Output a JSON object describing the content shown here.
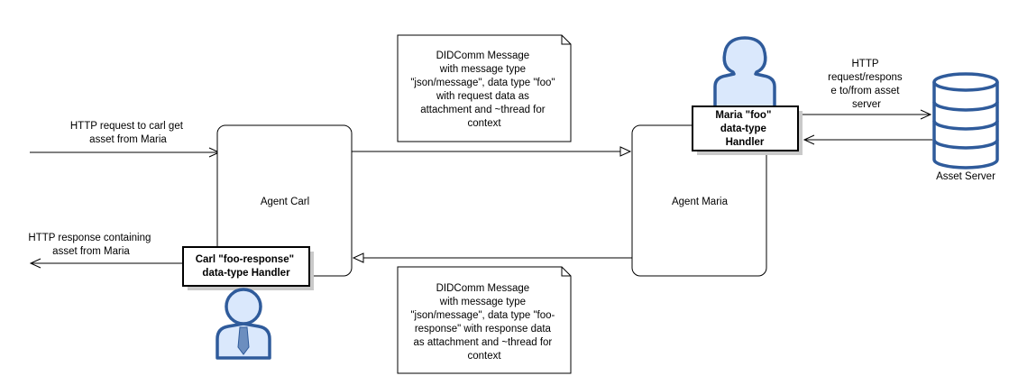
{
  "agents": {
    "carl": {
      "label": "Agent Carl"
    },
    "maria": {
      "label": "Agent Maria"
    }
  },
  "handlers": {
    "carl": {
      "lines": [
        "Carl \"foo-response\"",
        "data-type Handler"
      ]
    },
    "maria": {
      "lines": [
        "Maria \"foo\"",
        "data-type",
        "Handler"
      ]
    }
  },
  "notes": {
    "request": {
      "lines": [
        "DIDComm Message",
        "with message type",
        "\"json/message\", data type \"foo\"",
        "with request data as",
        "attachment and ~thread for",
        "context"
      ]
    },
    "response": {
      "lines": [
        "DIDComm Message",
        "with message type",
        "\"json/message\", data type \"foo-",
        "response\" with response data",
        "as attachment and ~thread for",
        "context"
      ]
    }
  },
  "edges": {
    "http_request": {
      "lines": [
        "HTTP request to carl get",
        "asset from Maria"
      ]
    },
    "http_response": {
      "lines": [
        "HTTP response containing",
        "asset from Maria"
      ]
    },
    "asset_http": {
      "lines": [
        "HTTP",
        "request/respons",
        "e to/from asset",
        "server"
      ]
    }
  },
  "asset_server": {
    "label": "Asset Server"
  },
  "colors": {
    "person_fill": "#dae8fc",
    "person_stroke": "#2f5b9b",
    "tie": "#6c8ebf",
    "line": "#000000"
  }
}
